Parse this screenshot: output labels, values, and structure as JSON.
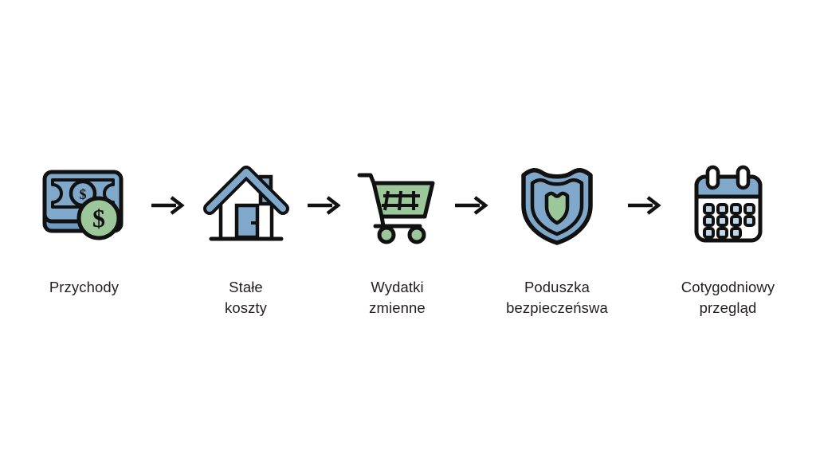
{
  "diagram": {
    "type": "horizontal-process-flow",
    "title_visible": false,
    "background_color": "#ffffff",
    "palette": {
      "outline": "#111111",
      "blue_fill": "#80A8CA",
      "blue_fill_dark": "#6E9BC2",
      "green_fill": "#9CC79B",
      "white_fill": "#ffffff",
      "text_color": "#231f20",
      "arrow_color": "#111111"
    },
    "steps": [
      {
        "index": 1,
        "label": "Przychody",
        "icon": "money-banknote-coin-icon",
        "icon_colors": [
          "#80A8CA",
          "#9CC79B"
        ]
      },
      {
        "index": 2,
        "label": "Stałe\nkoszty",
        "icon": "house-icon",
        "icon_colors": [
          "#80A8CA"
        ]
      },
      {
        "index": 3,
        "label": "Wydatki\nzmienne",
        "icon": "shopping-cart-icon",
        "icon_colors": [
          "#9CC79B"
        ]
      },
      {
        "index": 4,
        "label": "Poduszka\nbezpieczeńswa",
        "icon": "shield-icon",
        "icon_colors": [
          "#80A8CA",
          "#9CC79B"
        ]
      },
      {
        "index": 5,
        "label": "Cotygodniowy\nprzegląd",
        "icon": "calendar-icon",
        "icon_colors": [
          "#80A8CA",
          "#ffffff"
        ]
      }
    ],
    "connectors": [
      {
        "index": 1,
        "icon": "arrow-right-icon",
        "from": "Przychody",
        "to": "Stałe koszty"
      },
      {
        "index": 2,
        "icon": "arrow-right-icon",
        "from": "Stałe koszty",
        "to": "Wydatki zmienne"
      },
      {
        "index": 3,
        "icon": "arrow-right-icon",
        "from": "Wydatki zmienne",
        "to": "Poduszka bezpieczeńswa"
      },
      {
        "index": 4,
        "icon": "arrow-right-icon",
        "from": "Poduszka bezpieczeńswa",
        "to": "Cotygodniowy przegląd"
      }
    ]
  }
}
